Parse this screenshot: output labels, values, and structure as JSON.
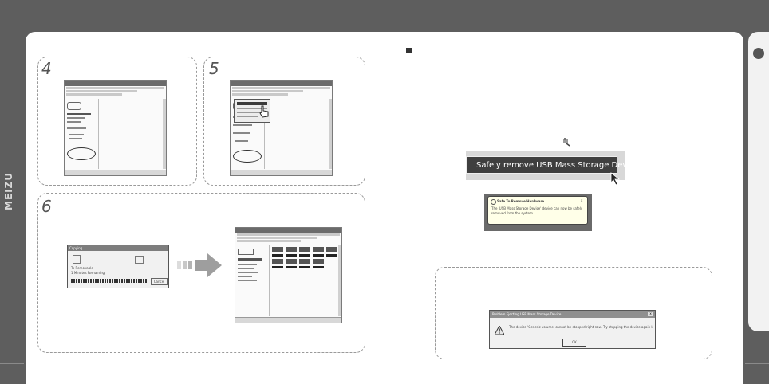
{
  "brand": "MEIZU",
  "steps": {
    "s4": "4",
    "s5": "5",
    "s6": "6"
  },
  "tray": {
    "bar_text": "Safely remove USB Mass Storage Device - Drive(I:)",
    "balloon_title": "Safe To Remove Hardware",
    "balloon_line1": "The 'USB Mass Storage Device' device can now be safely",
    "balloon_line2": "removed from the system.",
    "balloon_close": "x"
  },
  "error": {
    "title": "Problem Ejecting USB Mass Storage Device",
    "message": "The device 'Generic volume' cannot be stopped right now. Try stopping the device again later.",
    "ok_label": "OK",
    "close": "x"
  },
  "copy_dialog": {
    "title": "Copying...",
    "line1": "To Removable",
    "line2": "1 Minutes Remaining",
    "cancel_label": "Cancel"
  }
}
